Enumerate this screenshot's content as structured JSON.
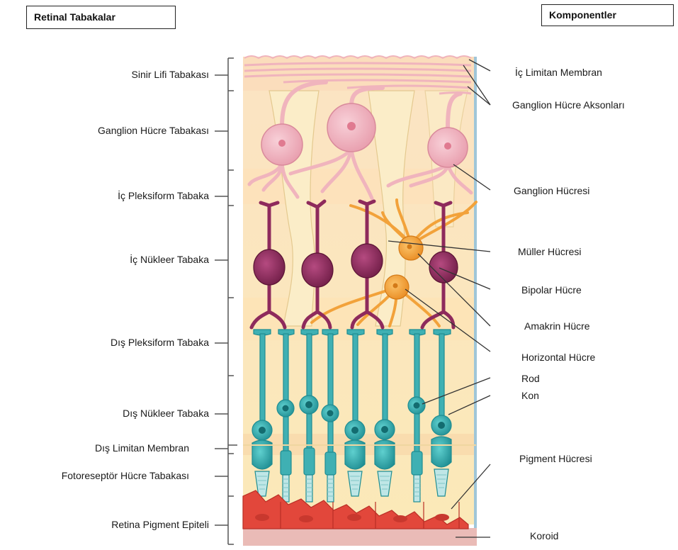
{
  "headers": {
    "left": "Retinal Tabakalar",
    "right": "Komponentler"
  },
  "layers": [
    "Sinir Lifi Tabakası",
    "Ganglion Hücre Tabakası",
    "İç Pleksiform Tabaka",
    "İç Nükleer Tabaka",
    "Dış Pleksiform Tabaka",
    "Dış Nükleer Tabaka",
    "Dış Limitan Membran",
    "Fotoreseptör Hücre Tabakası",
    "Retina Pigment Epiteli"
  ],
  "components": [
    "İç Limitan Membran",
    "Ganglion Hücre Aksonları",
    "Ganglion Hücresi",
    "Müller Hücresi",
    "Bipolar Hücre",
    "Amakrin Hücre",
    "Horizontal Hücre",
    "Rod",
    "Kon",
    "Pigment Hücresi",
    "Koroid"
  ],
  "colors": {
    "retina_background": "#fbe6b4",
    "ganglion_cell": "#f2b8c2",
    "bipolar_cell": "#8e2a5c",
    "amacrine_horizontal_cell": "#f2a23a",
    "photoreceptor": "#3fb0b3",
    "pigment_epithelium": "#e2473b",
    "choroid": "#e8b6b6"
  }
}
